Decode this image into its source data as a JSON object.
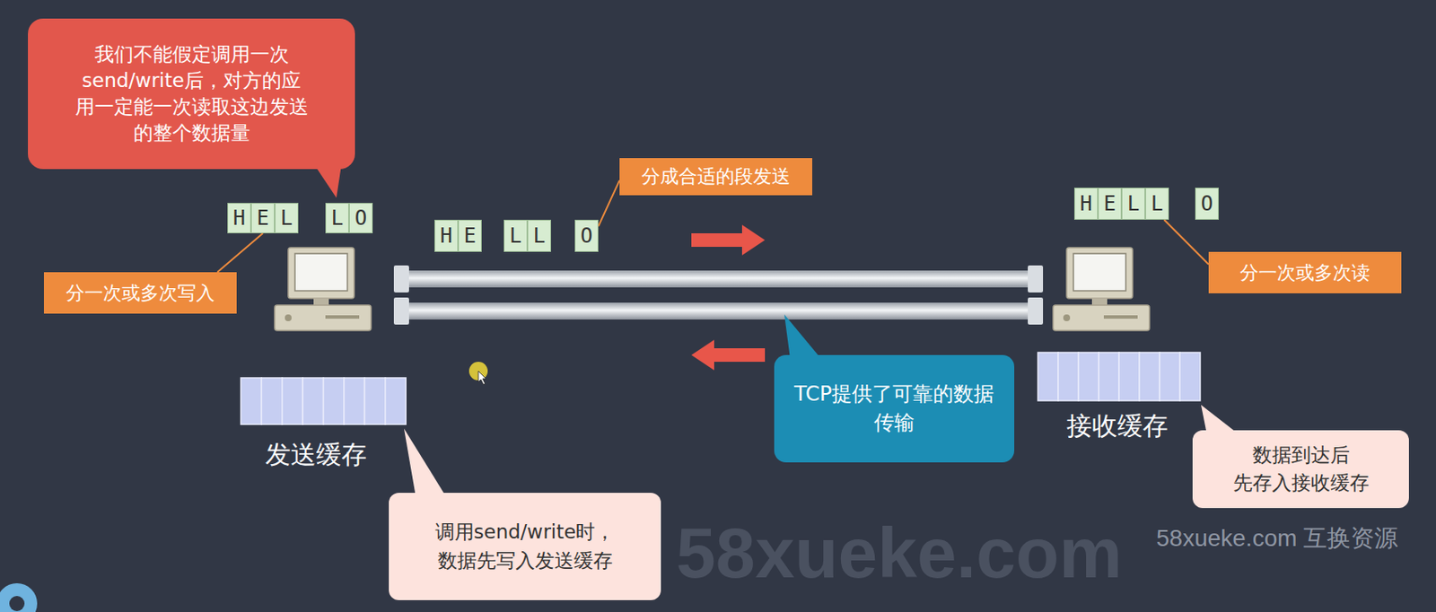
{
  "diagram": {
    "nodes": [
      {
        "text": [
          "我们不能假定调用一次 send/write后，对方的应 用一定能一次读取这边发送 的整个数据量"
        ]
      },
      {
        "text": [
          "分成合适的段发送"
        ]
      },
      {
        "text": [
          "H"
        ]
      },
      {
        "text": [
          "E"
        ]
      },
      {
        "text": [
          "L"
        ]
      },
      {
        "text": [
          "L"
        ]
      },
      {
        "text": [
          "O"
        ]
      },
      {
        "text": [
          "H"
        ]
      },
      {
        "text": [
          "E"
        ]
      },
      {
        "text": [
          "L"
        ]
      },
      {
        "text": [
          "L"
        ]
      },
      {
        "text": [
          "O"
        ]
      },
      {
        "text": [
          "H"
        ]
      },
      {
        "text": [
          "E"
        ]
      },
      {
        "text": [
          "L"
        ]
      },
      {
        "text": [
          "L"
        ]
      },
      {
        "text": [
          "O"
        ]
      },
      {
        "text": [
          "分一次或多次写入"
        ]
      },
      {
        "text": [
          "分一次或多次读"
        ]
      },
      {
        "text": [
          "TCP提供了可靠的数据传输"
        ]
      },
      {
        "text": [
          "数据到达后 先存入接收缓存"
        ]
      },
      {
        "text": [
          "调用send/write时， 数据先写入发送缓存"
        ]
      }
    ],
    "edges": [
      {
        "from": 1,
        "to": 16,
        "arrow": "none"
      },
      {
        "from": 17,
        "to": 8,
        "arrow": "none"
      },
      {
        "from": 18,
        "to": 5,
        "arrow": "none"
      }
    ],
    "labels": [
      "发送缓存",
      "接收缓存",
      "58xueke.com 互换资源",
      "58xueke.com"
    ]
  }
}
